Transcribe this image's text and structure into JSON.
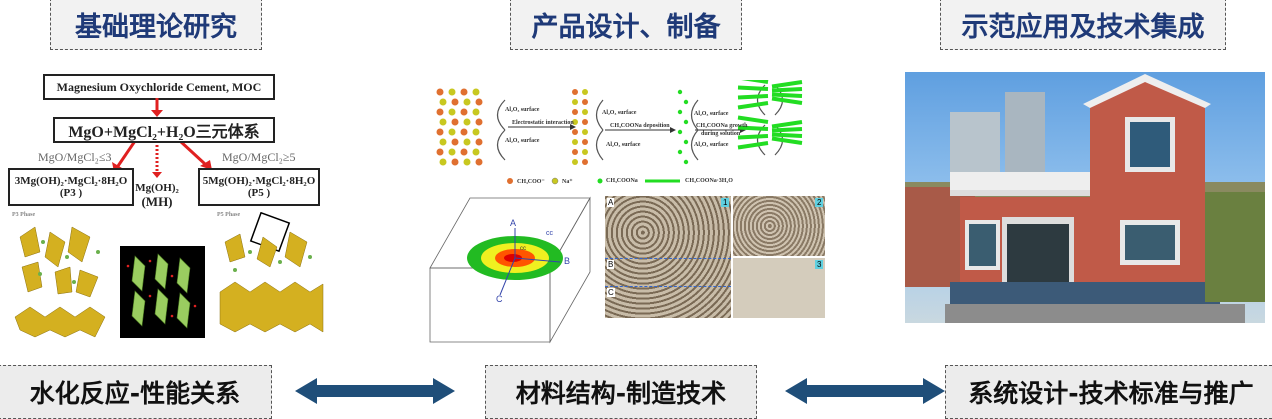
{
  "headers": {
    "left": "基础理论研究",
    "middle": "产品设计、制备",
    "right": "示范应用及技术集成"
  },
  "footers": {
    "left": "水化反应-性能关系",
    "middle": "材料结构-制造技术",
    "right": "系统设计-技术标准与推广"
  },
  "flowchart": {
    "top": "Magnesium Oxychloride Cement, MOC",
    "system": "MgO+MgCl₂+H₂O三元体系",
    "cond_left": "MgO/MgCl₂≤3",
    "cond_right": "MgO/MgCl₂≥5",
    "p3_formula": "3Mg(OH)₂·MgCl₂·8H₂O",
    "p3_label": "(P3 )",
    "mh_formula": "Mg(OH)₂",
    "mh_label": "(MH)",
    "p5_formula": "5Mg(OH)₂·MgCl₂·8H₂O",
    "p5_label": "(P5 )",
    "phase_left": "P3 Phase",
    "phase_right": "P5 Phase"
  },
  "mechanism": {
    "surface": "Al₂O₃ surface",
    "step1": "Electrostatic interaction",
    "step2": "CH₃COONa deposition",
    "step3a": "CH₃COONa growth",
    "step3b": "during solution",
    "legend": [
      "CH₃COO⁻",
      "Na⁺",
      "CH₃COONa",
      "CH₃COONa·3H₂O"
    ]
  },
  "model3d": {
    "a": "A",
    "b": "B",
    "c": "C",
    "t1": "cc",
    "t2": "cc"
  },
  "micro": {
    "labels": [
      "A",
      "B",
      "C"
    ],
    "panels": [
      "1",
      "2",
      "3"
    ]
  },
  "colors": {
    "header_text": "#1f3a78",
    "arrow": "#1f4e79",
    "accent_red": "#e02020",
    "green": "#22dd22"
  }
}
